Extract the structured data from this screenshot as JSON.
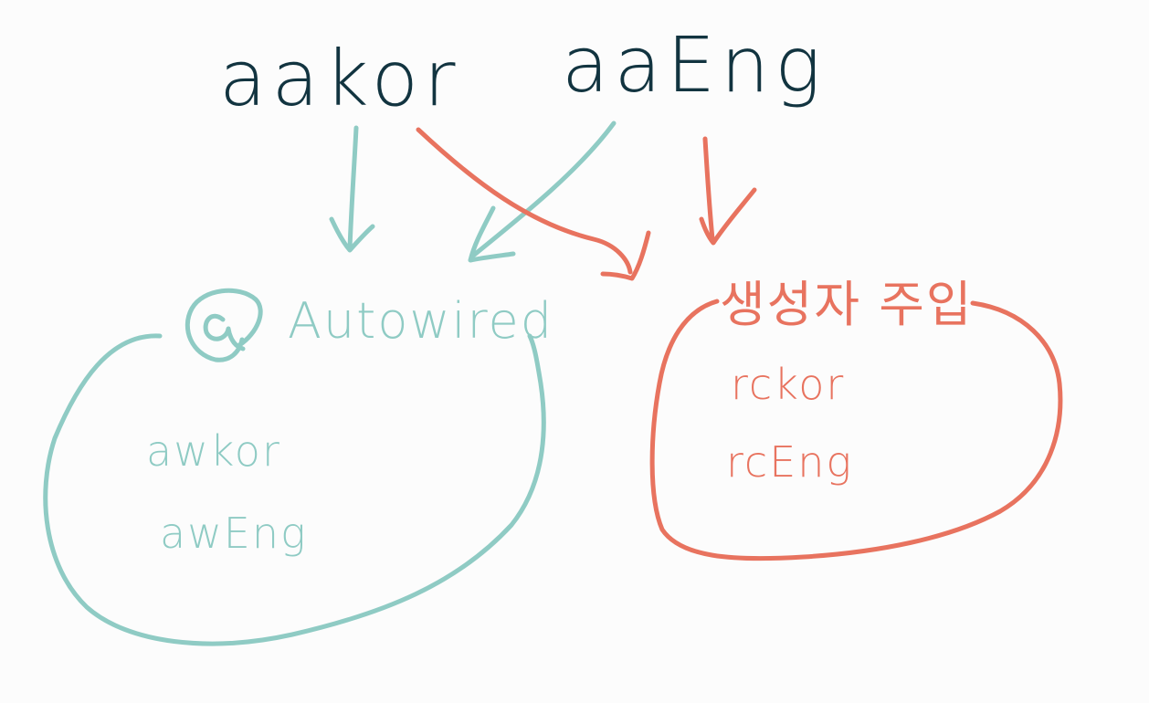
{
  "colors": {
    "background": "#fcfcfc",
    "ink": "#123440",
    "teal": "#8fcbc4",
    "coral": "#e8735f"
  },
  "sources": [
    {
      "id": "aakor",
      "label": "aakor"
    },
    {
      "id": "aaeng",
      "label": "aaEng"
    }
  ],
  "groups": [
    {
      "id": "autowired",
      "label": "Autowired",
      "icon": "at-sign-icon",
      "color": "teal",
      "items": [
        "awkor",
        "awEng"
      ]
    },
    {
      "id": "constructor-injection",
      "label": "생성자 주입",
      "color": "coral",
      "items": [
        "rckor",
        "rcEng"
      ]
    }
  ],
  "edges": [
    {
      "from": "aakor",
      "to": "autowired",
      "color": "teal"
    },
    {
      "from": "aaeng",
      "to": "autowired",
      "color": "teal"
    },
    {
      "from": "aakor",
      "to": "constructor-injection",
      "color": "coral"
    },
    {
      "from": "aaeng",
      "to": "constructor-injection",
      "color": "coral"
    }
  ]
}
